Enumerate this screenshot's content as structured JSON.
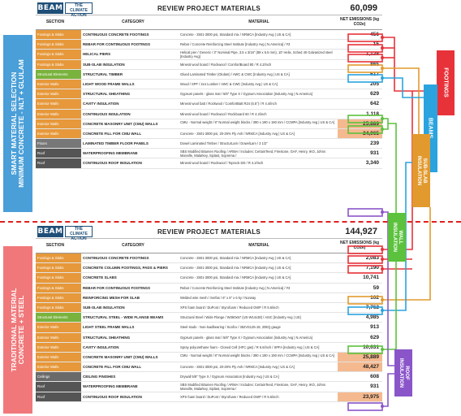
{
  "colors": {
    "footings": "#e8323a",
    "slabs": "#e29a2e",
    "beams": "#2aa3df",
    "wall": "#5cc23e",
    "roof": "#8a55c9",
    "foundation": "#e6983a",
    "structural": "#79b23c"
  },
  "side_labels": {
    "top": [
      "SMART MATERIAL SELECTION",
      "MINIMUM CONCRETE - NLT + GLULAM"
    ],
    "bottom": [
      "TRADITIONAL MATERIAL",
      "CONCRETE + STEEL"
    ]
  },
  "tags": {
    "footings": "FOOTINGS",
    "beams": "BEAMS",
    "subslab": [
      "SUB-SLAB",
      "INSULATION"
    ],
    "wall": [
      "WALL",
      "INSULATION"
    ],
    "roof": [
      "ROOF",
      "INSULATION"
    ]
  },
  "panel_top": {
    "logo": "BEAM",
    "logo2": "THE CLIMATE ACTION",
    "title": "REVIEW PROJECT MATERIALS",
    "total": "60,099",
    "cols": {
      "section": "SECTION",
      "category": "CATEGORY",
      "material": "MATERIAL",
      "net": "NET EMISSIONS (kg CO2e)"
    },
    "rows": [
      {
        "sec": "Footings & Slabs",
        "cat": "CONTINUOUS CONCRETE FOOTINGS",
        "mat": "Concrete - 2501-3000 psi, Standard mix / NRMCA [Industry Avg | US & CA]",
        "val": "456"
      },
      {
        "sec": "Footings & Slabs",
        "cat": "REBAR FOR CONTINUOUS FOOTINGS",
        "mat": "Rebar / Concrete Reinforcing Steel Institute [Industry Avg | N.America] / #3",
        "val": "15"
      },
      {
        "sec": "Footings & Slabs",
        "cat": "HELICAL PIERS",
        "mat": "Helical pier / Generic / 3\" Nominal Pipe, 3.5 x 3/16\" (89 x 5.5 mm), 10' Helix, Sched 40 Galvanized steel [Industry Avg]",
        "val": "1,128"
      },
      {
        "sec": "Footings & Slabs",
        "cat": "SUB-SLAB INSULATION",
        "mat": "Mineral wool board / Rockwool / ComfortBoard 80 / R 4.2/inch",
        "val": "865"
      },
      {
        "sec": "Structural Elements",
        "cat": "STRUCTURAL TIMBER",
        "mat": "Glued Laminated Timber (Glulam) / AWC & CWC [Industry Avg | US & CA]",
        "val": "617"
      },
      {
        "sec": "Exterior Walls",
        "cat": "LIGHT WOOD FRAME WALLS",
        "mat": "Wood / SPF / 2x4 Lumber / AWC & CWC [Industry Avg | US & CA]",
        "val": "205"
      },
      {
        "sec": "Exterior Walls",
        "cat": "STRUCTURAL SHEATHING",
        "mat": "Gypsum panels - glass mat / 5/8\" Type X / Gypsum Association [Industry Avg | N.America]",
        "val": "629"
      },
      {
        "sec": "Exterior Walls",
        "cat": "CAVITY INSULATION",
        "mat": "Mineral wool batt / Rockwool / ComfortBatt R24 (5.5\") / R 4.4/inch",
        "val": "642"
      },
      {
        "sec": "Exterior Walls",
        "cat": "CONTINUOUS INSULATION",
        "mat": "Mineral wool board / Rockwool / Rockboard 60 / R 4.2/inch",
        "val": "1,118"
      },
      {
        "sec": "Exterior Walls",
        "cat": "CONCRETE MASONRY UNIT (CMU) WALLS",
        "mat": "CMU - Normal weight / 8\" Normal weight blocks / 390 x 190 x 190 mm / CCMPA [Industry Avg | US & CA]",
        "val": "25,889"
      },
      {
        "sec": "Exterior Walls",
        "cat": "CONCRETE FILL FOR CMU WALL",
        "mat": "Concrete - 2501-3000 psi, 20-29% Fly Ash / NRMCA [Industry Avg | US & CA]",
        "val": "24,065"
      },
      {
        "sec": "Floors",
        "cat": "LAMINATED TIMBER FLOOR PANELS",
        "mat": "Dowel Laminated Timber / StructurLam / DowelLam / 3 1/2\"",
        "val": "239"
      },
      {
        "sec": "Roof",
        "cat": "WATERPROOFING MEMBRANE",
        "mat": "SBS Modified Bitumen Roofing / ARMA / Includes: CertainTeed, Firestone, GAF, Henry, IKO, Johns Manville, Malarkey, Siplast, Soprema /",
        "val": "931"
      },
      {
        "sec": "Roof",
        "cat": "CONTINUOUS ROOF INSULATION",
        "mat": "Mineral wool board / Rockwool / Toprock DD / R 4.2/inch",
        "val": "3,340"
      }
    ]
  },
  "panel_bot": {
    "logo": "BEAM",
    "logo2": "THE CLIMATE ACTION",
    "title": "REVIEW PROJECT MATERIALS",
    "total": "144,927",
    "cols": {
      "section": "SECTION",
      "category": "CATEGORY",
      "material": "MATERIAL",
      "net": "NET EMISSIONS (kg CO2e)"
    },
    "rows": [
      {
        "sec": "Footings & Slabs",
        "cat": "CONTINUOUS CONCRETE FOOTINGS",
        "mat": "Concrete - 2501-3000 psi, Standard mix / NRMCA [Industry Avg | US & CA]",
        "val": "2,083"
      },
      {
        "sec": "Footings & Slabs",
        "cat": "CONCRETE COLUMN FOOTINGS, PADS & PIERS",
        "mat": "Concrete - 2501-3000 psi, Standard mix / NRMCA [Industry Avg | US & CA]",
        "val": "7,190"
      },
      {
        "sec": "Footings & Slabs",
        "cat": "CONCRETE SLABS",
        "mat": "Concrete - 2501-3000 psi, Standard mix / NRMCA [Industry Avg | US & CA]",
        "val": "10,741"
      },
      {
        "sec": "Footings & Slabs",
        "cat": "REBAR FOR CONTINUOUS FOOTINGS",
        "mat": "Rebar / Concrete Reinforcing Steel Institute [Industry Avg | N.America] / #3",
        "val": "59"
      },
      {
        "sec": "Footings & Slabs",
        "cat": "REINFORCING MESH FOR SLAB",
        "mat": "Welded wire mesh / Serfas / 6\" x 6\" x 6 ky / Norway",
        "val": "102"
      },
      {
        "sec": "Footings & Slabs",
        "cat": "SUB-SLAB INSULATION",
        "mat": "XPS foam board / DuPont / Styrofoam / Reduced GWP / R 5.6/inch",
        "val": "7,762"
      },
      {
        "sec": "Structural Elements",
        "cat": "STRUCTURAL STEEL - WIDE FLANGE BEAMS",
        "mat": "Structural Steel / Wide Flange / W360x57 (US-W14x38) / AISC [Industry Avg | US]",
        "val": "4,985"
      },
      {
        "sec": "Exterior Walls",
        "cat": "LIGHT STEEL FRAME WALLS",
        "mat": "Steel studs - Non-loadbearing / Scafco / 362VS125-18, 20EQ gauge",
        "val": "913"
      },
      {
        "sec": "Exterior Walls",
        "cat": "STRUCTURAL SHEATHING",
        "mat": "Gypsum panels - glass mat / 5/8\" Type X / Gypsum Association [Industry Avg | N.America]",
        "val": "629"
      },
      {
        "sec": "Exterior Walls",
        "cat": "CAVITY INSULATION",
        "mat": "Spray polyurethane foam - Closed Cell (HFC gas) / R 6.6/inch / SPFA [Industry Avg | US & CA]",
        "val": "10,631"
      },
      {
        "sec": "Exterior Walls",
        "cat": "CONCRETE MASONRY UNIT (CMU) WALLS",
        "mat": "CMU - Normal weight / 8\" Normal weight blocks / 390 x 190 x 190 mm / CCMPA [Industry Avg | US & CA]",
        "val": "25,889"
      },
      {
        "sec": "Exterior Walls",
        "cat": "CONCRETE FILL FOR CMU WALL",
        "mat": "Concrete - 2501-3000 psi, 20-29% Fly Ash / NRMCA [Industry Avg | US & CA]",
        "val": "48,427"
      },
      {
        "sec": "Ceilings",
        "cat": "CEILING FINISHES",
        "mat": "Drywall 5/8\" Type X / Gypsum Association [Industry Avg | US & CA]",
        "val": "608"
      },
      {
        "sec": "Roof",
        "cat": "WATERPROOFING MEMBRANE",
        "mat": "SBS Modified Bitumen Roofing / ARMA / Includes: CertainTeed, Firestone, GAF, Henry, IKO, Johns Manville, Malarkey, Siplast, Soprema /",
        "val": "931"
      },
      {
        "sec": "Roof",
        "cat": "CONTINUOUS ROOF INSULATION",
        "mat": "XPS foam board / DuPont / Styrofoam / Reduced GWP / R 5.6/inch",
        "val": "23,975"
      }
    ]
  }
}
